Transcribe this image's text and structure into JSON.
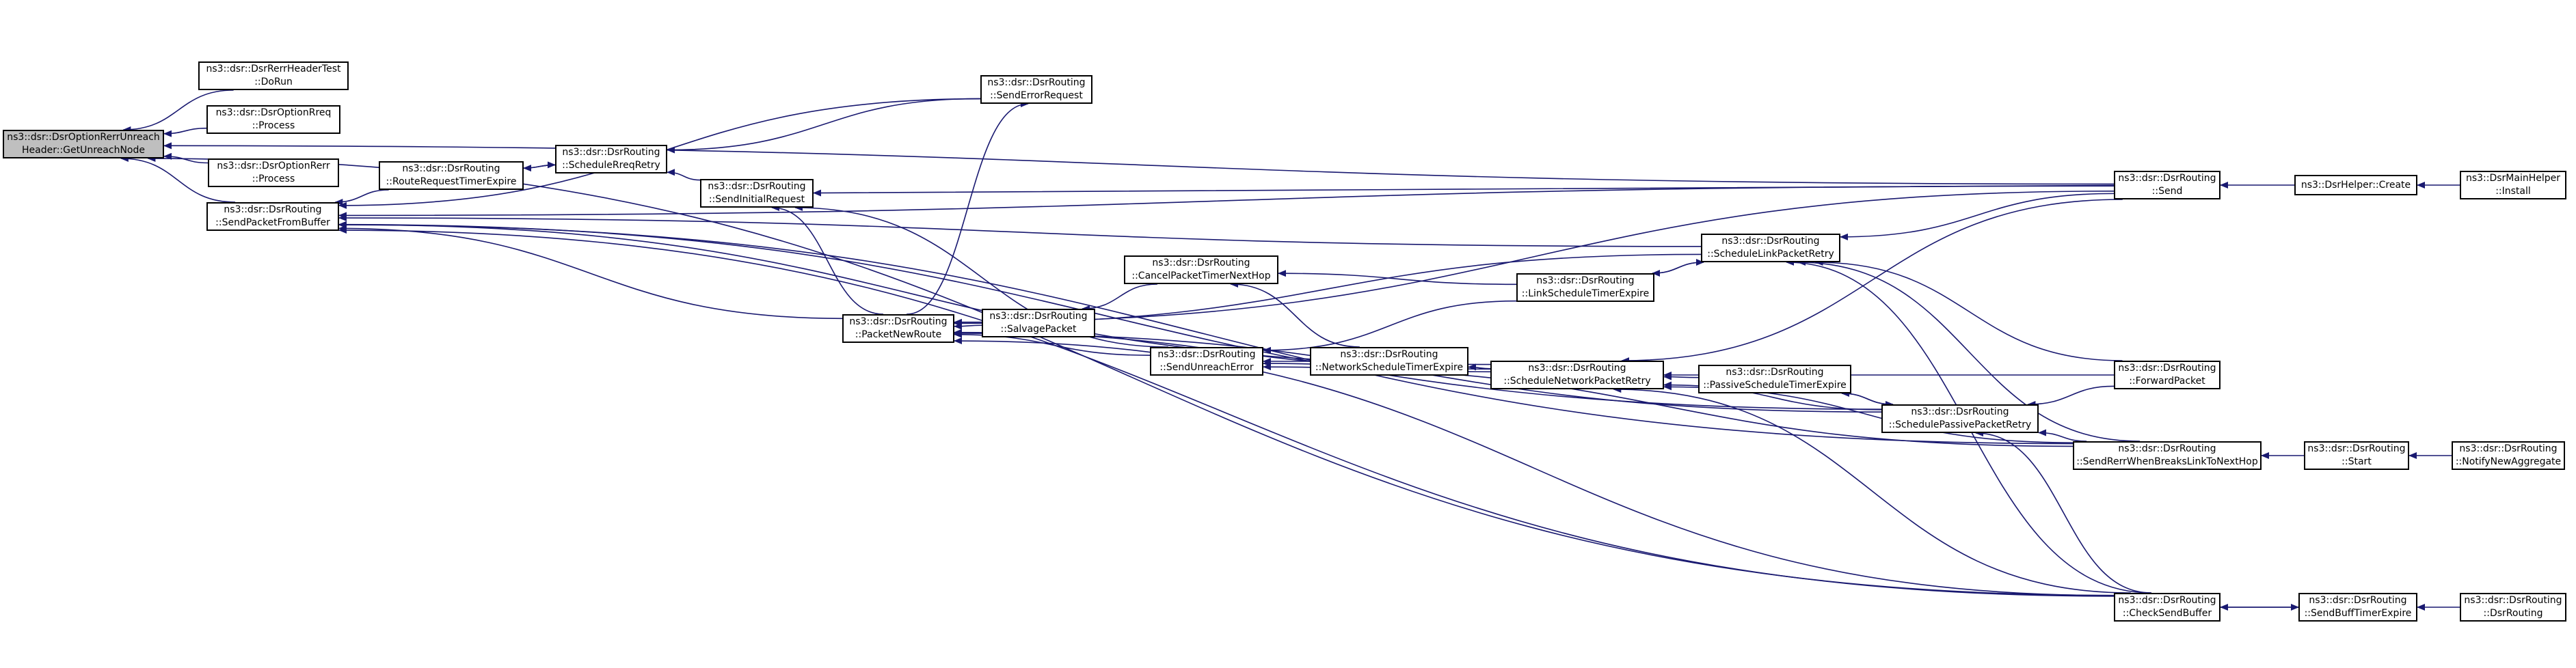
{
  "colors": {
    "edge": "#191970",
    "root_fill": "#bfbfbf",
    "node_fill": "#ffffff",
    "border": "#000000"
  },
  "nodes": {
    "getunreach": {
      "l1": "ns3::dsr::DsrOptionRerrUnreach",
      "l2": "Header::GetUnreachNode"
    },
    "rerrtest": {
      "l1": "ns3::dsr::DsrRerrHeaderTest",
      "l2": "::DoRun"
    },
    "rreqproc": {
      "l1": "ns3::dsr::DsrOptionRreq",
      "l2": "::Process"
    },
    "rerrproc": {
      "l1": "ns3::dsr::DsrOptionRerr",
      "l2": "::Process"
    },
    "sendpkt": {
      "l1": "ns3::dsr::DsrRouting",
      "l2": "::SendPacketFromBuffer"
    },
    "rreqtimer": {
      "l1": "ns3::dsr::DsrRouting",
      "l2": "::RouteRequestTimerExpire"
    },
    "schedrreq": {
      "l1": "ns3::dsr::DsrRouting",
      "l2": "::ScheduleRreqRetry"
    },
    "sendinit": {
      "l1": "ns3::dsr::DsrRouting",
      "l2": "::SendInitialRequest"
    },
    "senderr": {
      "l1": "ns3::dsr::DsrRouting",
      "l2": "::SendErrorRequest"
    },
    "pktnew": {
      "l1": "ns3::dsr::DsrRouting",
      "l2": "::PacketNewRoute"
    },
    "salvage": {
      "l1": "ns3::dsr::DsrRouting",
      "l2": "::SalvagePacket"
    },
    "cancel": {
      "l1": "ns3::dsr::DsrRouting",
      "l2": "::CancelPacketTimerNextHop"
    },
    "unreach": {
      "l1": "ns3::dsr::DsrRouting",
      "l2": "::SendUnreachError"
    },
    "netsched": {
      "l1": "ns3::dsr::DsrRouting",
      "l2": "::NetworkScheduleTimerExpire"
    },
    "linksched": {
      "l1": "ns3::dsr::DsrRouting",
      "l2": "::LinkScheduleTimerExpire"
    },
    "schedlink": {
      "l1": "ns3::dsr::DsrRouting",
      "l2": "::ScheduleLinkPacketRetry"
    },
    "schednet": {
      "l1": "ns3::dsr::DsrRouting",
      "l2": "::ScheduleNetworkPacketRetry"
    },
    "passsched": {
      "l1": "ns3::dsr::DsrRouting",
      "l2": "::PassiveScheduleTimerExpire"
    },
    "schedpass": {
      "l1": "ns3::dsr::DsrRouting",
      "l2": "::SchedulePassivePacketRetry"
    },
    "send": {
      "l1": "ns3::dsr::DsrRouting",
      "l2": "::Send"
    },
    "forward": {
      "l1": "ns3::dsr::DsrRouting",
      "l2": "::ForwardPacket"
    },
    "sendrerr": {
      "l1": "ns3::dsr::DsrRouting",
      "l2": "::SendRerrWhenBreaksLinkToNextHop"
    },
    "checkbuf": {
      "l1": "ns3::dsr::DsrRouting",
      "l2": "::CheckSendBuffer"
    },
    "create": {
      "l1": "ns3::DsrHelper::Create",
      "l2": ""
    },
    "install": {
      "l1": "ns3::DsrMainHelper",
      "l2": "::Install"
    },
    "start": {
      "l1": "ns3::dsr::DsrRouting",
      "l2": "::Start"
    },
    "notify": {
      "l1": "ns3::dsr::DsrRouting",
      "l2": "::NotifyNewAggregate"
    },
    "buftimer": {
      "l1": "ns3::dsr::DsrRouting",
      "l2": "::SendBuffTimerExpire"
    },
    "ctor": {
      "l1": "ns3::dsr::DsrRouting",
      "l2": "::DsrRouting"
    }
  },
  "edges": [
    [
      "rerrtest",
      "getunreach"
    ],
    [
      "rreqproc",
      "getunreach"
    ],
    [
      "rerrproc",
      "getunreach"
    ],
    [
      "sendpkt",
      "getunreach"
    ],
    [
      "send",
      "getunreach"
    ],
    [
      "checkbuf",
      "getunreach"
    ],
    [
      "rreqtimer",
      "sendpkt"
    ],
    [
      "senderr",
      "sendpkt"
    ],
    [
      "pktnew",
      "sendpkt"
    ],
    [
      "send",
      "sendpkt"
    ],
    [
      "schedlink",
      "sendpkt"
    ],
    [
      "schednet",
      "sendpkt"
    ],
    [
      "sendrerr",
      "sendpkt"
    ],
    [
      "checkbuf",
      "sendpkt"
    ],
    [
      "schedpass",
      "sendpkt"
    ],
    [
      "schedrreq",
      "rreqtimer"
    ],
    [
      "senderr",
      "schedrreq"
    ],
    [
      "sendinit",
      "schedrreq"
    ],
    [
      "rreqtimer",
      "schedrreq"
    ],
    [
      "send",
      "sendinit"
    ],
    [
      "pktnew",
      "sendinit"
    ],
    [
      "unreach",
      "sendinit"
    ],
    [
      "pktnew",
      "senderr"
    ],
    [
      "salvage",
      "pktnew"
    ],
    [
      "unreach",
      "pktnew"
    ],
    [
      "schedlink",
      "pktnew"
    ],
    [
      "schednet",
      "pktnew"
    ],
    [
      "checkbuf",
      "pktnew"
    ],
    [
      "send",
      "pktnew"
    ],
    [
      "schedpass",
      "pktnew"
    ],
    [
      "cancel",
      "salvage"
    ],
    [
      "linksched",
      "cancel"
    ],
    [
      "netsched",
      "cancel"
    ],
    [
      "netsched",
      "unreach"
    ],
    [
      "schednet",
      "unreach"
    ],
    [
      "sendrerr",
      "unreach"
    ],
    [
      "linksched",
      "unreach"
    ],
    [
      "schednet",
      "netsched"
    ],
    [
      "schedlink",
      "linksched"
    ],
    [
      "linksched",
      "schedlink"
    ],
    [
      "send",
      "schedlink"
    ],
    [
      "forward",
      "schedlink"
    ],
    [
      "schedpass",
      "schednet"
    ],
    [
      "passsched",
      "schednet"
    ],
    [
      "send",
      "schednet"
    ],
    [
      "forward",
      "schednet"
    ],
    [
      "sendrerr",
      "schednet"
    ],
    [
      "schedpass",
      "passsched"
    ],
    [
      "passsched",
      "schedpass"
    ],
    [
      "forward",
      "schedpass"
    ],
    [
      "sendrerr",
      "schedpass"
    ],
    [
      "checkbuf",
      "schedpass"
    ],
    [
      "checkbuf",
      "schedlink"
    ],
    [
      "create",
      "send"
    ],
    [
      "install",
      "create"
    ],
    [
      "start",
      "sendrerr"
    ],
    [
      "notify",
      "start"
    ],
    [
      "buftimer",
      "checkbuf"
    ],
    [
      "checkbuf",
      "buftimer"
    ],
    [
      "ctor",
      "buftimer"
    ],
    [
      "checkbuf",
      "schednet"
    ],
    [
      "sendrerr",
      "schedlink"
    ]
  ]
}
